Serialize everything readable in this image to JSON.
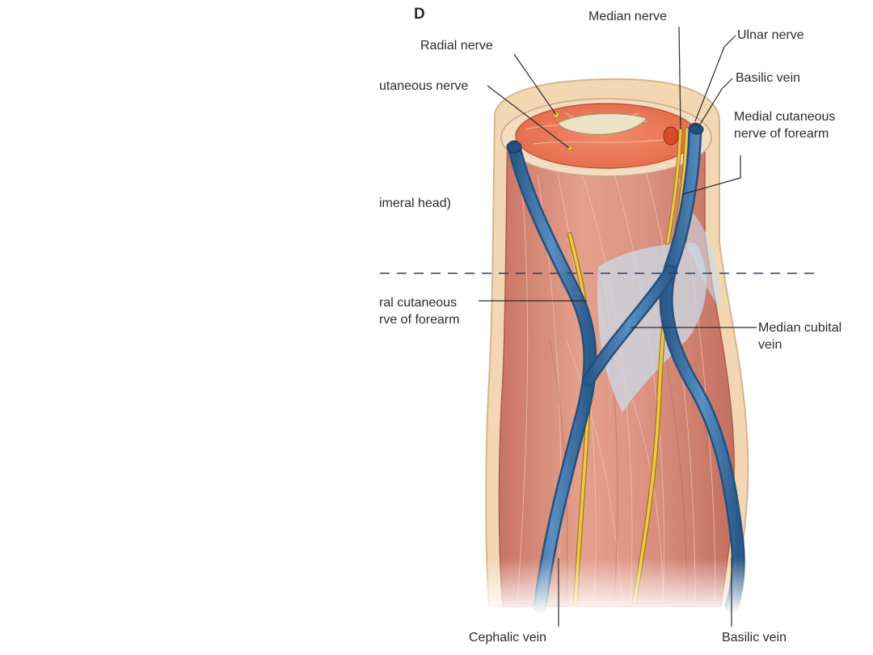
{
  "panel_letter": "D",
  "labels": {
    "median_nerve": "Median nerve",
    "ulnar_nerve": "Ulnar nerve",
    "radial_nerve": "Radial nerve",
    "basilic_vein_top": "Basilic vein",
    "cutaneous_nerve_cropped": "utaneous nerve",
    "medial_cutaneous": [
      "Medial cutaneous",
      "nerve of forearm"
    ],
    "humeral_head_cropped": "imeral head)",
    "lateral_cutaneous_cropped": [
      "ral cutaneous",
      "rve of forearm"
    ],
    "median_cubital": [
      "Median cubital",
      "vein"
    ],
    "cephalic_vein": "Cephalic vein",
    "basilic_vein_bottom": "Basilic vein"
  },
  "colors": {
    "vein": "#3f73a8",
    "vein_dark": "#24507d",
    "nerve": "#f2c744",
    "artery": "#d94a2c",
    "muscle": "#d98a75",
    "skin": "#f3d9b4",
    "fascia": "#c9dbe8"
  }
}
